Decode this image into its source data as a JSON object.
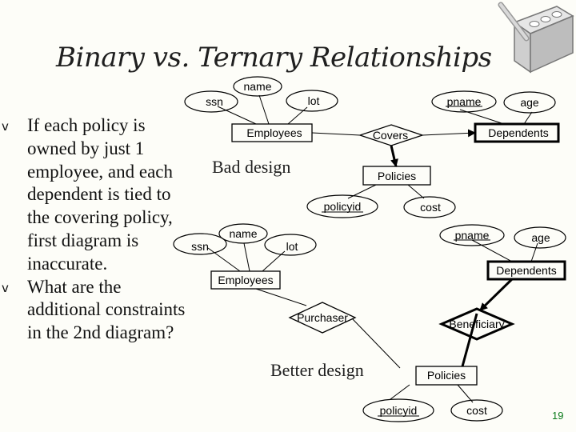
{
  "slide": {
    "title": "Binary vs. Ternary Relationships",
    "page_number": "19",
    "bullets": [
      "If each policy is owned by just 1 employee, and each dependent is tied to the covering policy, first diagram is inaccurate.",
      "What are the additional constraints in the 2nd diagram?"
    ],
    "bullet_glyph": "v",
    "accent_color": "#0a7a1a"
  },
  "diagram1": {
    "note": "Bad design",
    "entities": {
      "employees": "Employees",
      "dependents": "Dependents",
      "policies": "Policies"
    },
    "relationship": "Covers",
    "attributes": {
      "ssn": "ssn",
      "name": "name",
      "lot": "lot",
      "pname": "pname",
      "age": "age",
      "policyid": "policyid",
      "cost": "cost"
    }
  },
  "diagram2": {
    "note": "Better design",
    "entities": {
      "employees": "Employees",
      "dependents": "Dependents",
      "policies": "Policies"
    },
    "relationships": {
      "purchaser": "Purchaser",
      "beneficiary": "Beneficiary"
    },
    "attributes": {
      "ssn": "ssn",
      "name": "name",
      "lot": "lot",
      "pname": "pname",
      "age": "age",
      "policyid": "policyid",
      "cost": "cost"
    }
  }
}
